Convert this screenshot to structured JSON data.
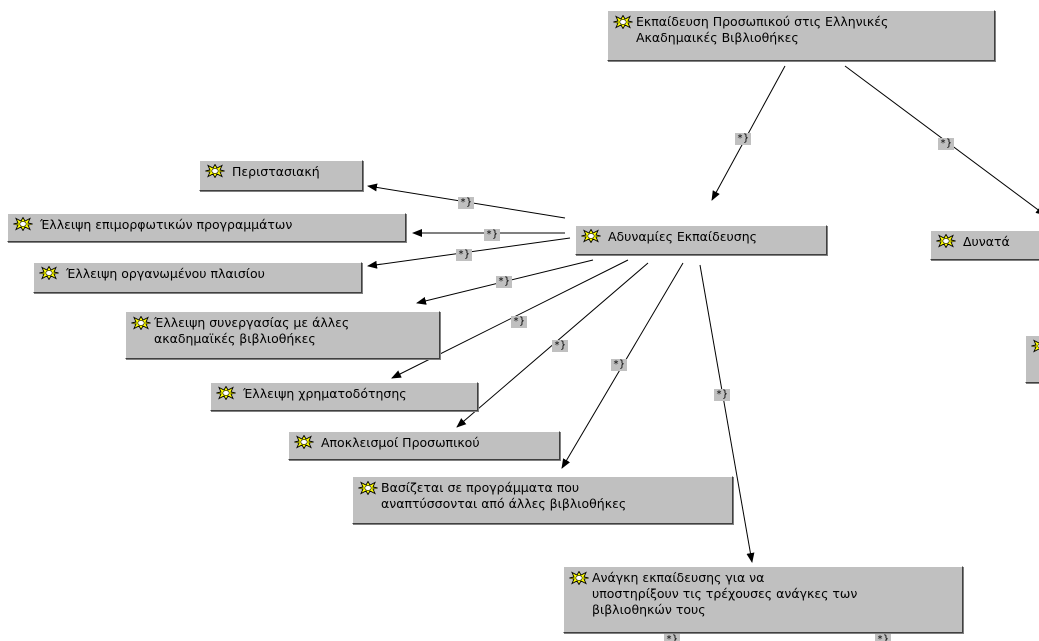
{
  "diagram": {
    "nodes": [
      {
        "id": "root",
        "label": "Εκπαίδευση Προσωπικού στις Ελληνικές\nΑκαδημαικές Βιβλιοθήκες"
      },
      {
        "id": "weak",
        "label": "Αδυναμίες Εκπαίδευσης"
      },
      {
        "id": "strong",
        "label": "Δυνατά"
      },
      {
        "id": "circ",
        "label": "Περιστασιακή"
      },
      {
        "id": "noprog",
        "label": "Έλλειψη επιμορφωτικών προγραμμάτων"
      },
      {
        "id": "noframe",
        "label": "Έλλειψη οργανωμένου πλαισίου"
      },
      {
        "id": "nocoop",
        "label": "Έλλειψη συνεργασίας με άλλες\nακαδημαϊκές βιβλιοθήκες"
      },
      {
        "id": "nofund",
        "label": "Έλλειψη χρηματοδότησης"
      },
      {
        "id": "excl",
        "label": "Αποκλεισμοί Προσωπικού"
      },
      {
        "id": "reliant",
        "label": "Βασίζεται σε προγράμματα που\nαναπτύσσονται από άλλες βιβλιοθήκες"
      },
      {
        "id": "need",
        "label": "Ανάγκη εκπαίδευσης για να\nυποστηρίξουν τις τρέχουσες ανάγκες των\nβιβλιοθηκών τους"
      },
      {
        "id": "partial",
        "label": ""
      }
    ],
    "edge_label": "*}",
    "edges": [
      {
        "from": "root",
        "to": "weak"
      },
      {
        "from": "root",
        "to": "strong"
      },
      {
        "from": "weak",
        "to": "circ"
      },
      {
        "from": "weak",
        "to": "noprog"
      },
      {
        "from": "weak",
        "to": "noframe"
      },
      {
        "from": "weak",
        "to": "nocoop"
      },
      {
        "from": "weak",
        "to": "nofund"
      },
      {
        "from": "weak",
        "to": "excl"
      },
      {
        "from": "weak",
        "to": "reliant"
      },
      {
        "from": "weak",
        "to": "need"
      },
      {
        "from": "need",
        "to": "offscreen-1"
      },
      {
        "from": "need",
        "to": "offscreen-2"
      }
    ],
    "colors": {
      "node_fill": "#c0c0c0",
      "icon_fill": "#ffff00",
      "icon_stroke": "#000000",
      "line": "#000000"
    }
  }
}
